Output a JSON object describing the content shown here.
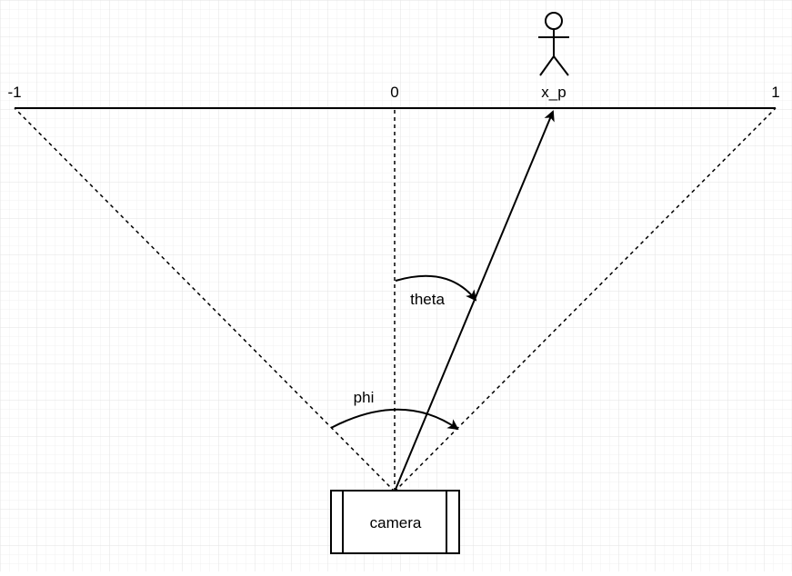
{
  "diagram": {
    "axis_labels": {
      "left": "-1",
      "center": "0",
      "person": "x_p",
      "right": "1"
    },
    "angle_labels": {
      "theta": "theta",
      "phi": "phi"
    },
    "camera_label": "camera",
    "person_icon": "stick-figure-icon",
    "colors": {
      "stroke": "#000000",
      "grid": "#e6e6e6",
      "background": "#ffffff"
    }
  }
}
